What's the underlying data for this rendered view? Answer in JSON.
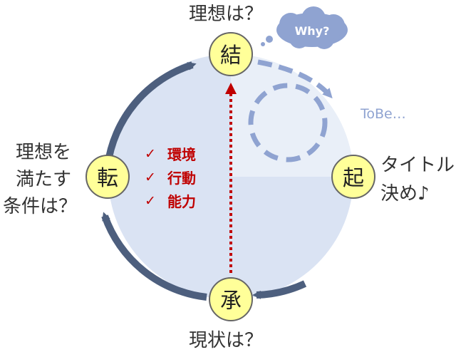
{
  "nodes": {
    "ki": "起",
    "sho": "承",
    "ten": "転",
    "ketsu": "結"
  },
  "labels": {
    "top": "理想は？",
    "bottom": "現状は？",
    "left_lines": [
      "理想を",
      "満たす",
      "条件は？"
    ],
    "right_lines": [
      "タイトル",
      "決め♪"
    ],
    "tobe": "ToBe…",
    "cloud": "Why?"
  },
  "checklist": {
    "mark": "✓",
    "items": [
      "環境",
      "行動",
      "能力"
    ]
  },
  "colors": {
    "circle_fill": "#dae3f3",
    "cycle_arrow": "#4d5f7e",
    "node_fill": "#ffff99",
    "node_border": "#666666",
    "dashed_accent": "#8fa3d1",
    "red_arrow": "#c00000",
    "text": "#333333"
  }
}
